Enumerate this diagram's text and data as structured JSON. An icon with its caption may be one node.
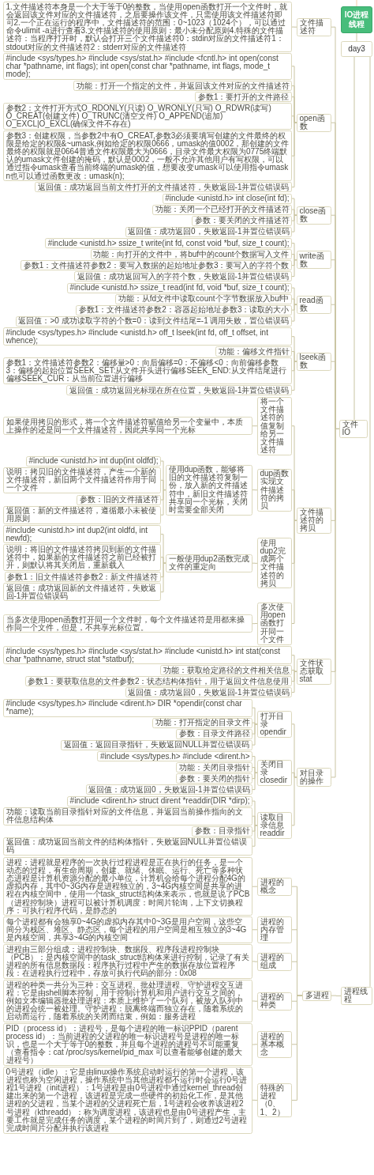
{
  "diagram": {
    "nodes": [
      {
        "text": [
          "IO进程线程"
        ]
      },
      {
        "text": [
          "day3"
        ]
      },
      {
        "text": [
          "文件IO"
        ]
      },
      {
        "text": [
          "文件描述符"
        ]
      },
      {
        "text": [
          "1.文件描述符本身是一个大于等于0的整数，当使用open函数打开一个文件时，就会返回该文件对应的文件描述符，之后要操作该文件，只需使用该文件描述符即可2.一个正在运行的程序中，文件描述符的范围：0~1023（1024个），可以通过命令ulimit -a进行查看3.文件描述符的使用原则：最小未分配原则4.特殊的文件描述符：当程序打开时，默认会打开三个文件描述符0：stdin对应的文件描述符1：stdout对应的文件描述符2：stderr对应的文件描述符"
        ]
      },
      {
        "text": [
          "open函数"
        ]
      },
      {
        "text": [
          "#include <sys/types.h> #include <sys/stat.h> #include <fcntl.h> int open(const char *pathname, int flags); int open(const char *pathname, int flags, mode_t mode);"
        ]
      },
      {
        "text": [
          "功能：打开一个指定的文件，并返回该文件对应的文件描述符"
        ]
      },
      {
        "text": [
          "参数1：要打开的文件路径"
        ]
      },
      {
        "text": [
          "参数2：文件打开方式O_RDONLY(只读) O_WRONLY(只写) O_RDWR(读写) O_CREAT(创建文件) O_TRUNC(清空文件) O_APPEND(追加) O_EXCL|O_EXCL(确保文件不存在)"
        ]
      },
      {
        "text": [
          "参数3：创建权限，当参数2中有O_CREAT,参数3必须要填写创建的文件最终的权限是给定的权限&~umask,例如给定的权限0666，umask的值0002，那创建的文件最终的权限就是0664普通文件权限最大为0666，目录文件最大权限为0775终端默认的umask文件创建的掩码，默认是0002，一般不允许其他用户有写权限，可以通过指令umask查看当前终端的umask的值，想要改变umask可以使用指令umask n也可以通过函数更改：umask(n);"
        ]
      },
      {
        "text": [
          "返回值：成功返回当前文件打开的文件描述符，失败返回-1并置位错误码"
        ]
      },
      {
        "text": [
          "close函数"
        ]
      },
      {
        "text": [
          "#include <unistd.h> int close(int fd);"
        ]
      },
      {
        "text": [
          "功能：关闭一个已经打开的文件描述符"
        ]
      },
      {
        "text": [
          "参数：要关闭的文件描述符"
        ]
      },
      {
        "text": [
          "返回值：成功返回0，失败返回-1并置位错误码"
        ]
      },
      {
        "text": [
          "write函数"
        ]
      },
      {
        "text": [
          "#include <unistd.h> ssize_t write(int fd, const void *buf, size_t count);"
        ]
      },
      {
        "text": [
          "功能：向打开的文件中，将buf中的count个数据写入文件"
        ]
      },
      {
        "text": [
          "参数1：文件描述符参数2：要写入数据的起始地址参数3：要写入的字符个数"
        ]
      },
      {
        "text": [
          "返回值：成功返回写入的字符个数，失败返回-1并置位错误码"
        ]
      },
      {
        "text": [
          "read函数"
        ]
      },
      {
        "text": [
          "#include <unistd.h> ssize_t read(int fd, void *buf, size_t count);"
        ]
      },
      {
        "text": [
          "功能：从fd文件中读取count个字节数据放入buf中"
        ]
      },
      {
        "text": [
          "参数1：文件描述符参数2：容器起始地址参数3：读取的大小"
        ]
      },
      {
        "text": [
          "返回值：>0 成功读取字符的个数=0：读到文件结尾=-1 调用失败，置位错误码"
        ]
      },
      {
        "text": [
          "lseek函数"
        ]
      },
      {
        "text": [
          "#include <sys/types.h> #include <unistd.h> off_t lseek(int fd, off_t offset, int whence);"
        ]
      },
      {
        "text": [
          "功能：偏移文件指针"
        ]
      },
      {
        "text": [
          "参数1：文件描述符参数2：偏移量>0：向后偏移=0：不偏移<0：向前偏移参数3：偏移的起始位置SEEK_SET:从文件开头进行偏移SEEK_END:从文件结尾进行偏移SEEK_CUR：从当前位置进行偏移"
        ]
      },
      {
        "text": [
          "返回值：成功返回光标现在所在位置，失败返回-1并置位错误码"
        ]
      },
      {
        "text": [
          "文件描述符的拷贝"
        ]
      },
      {
        "text": [
          "将一个文件描述符的值复制给另一文件描述符"
        ]
      },
      {
        "text": [
          "如果使用拷贝的形式，将一个文件描述符赋值给另一个变量中，本质上操作的还是同一个文件描述符，因此共享同一个光标"
        ]
      },
      {
        "text": [
          "dup函数实现文件描述符的拷贝"
        ]
      },
      {
        "text": [
          "使用dup函数，能够将旧的文件描述符复制一份，放入新的文件描述符中，新旧文件描述符共享同一个光标，关闭时需要全部关闭"
        ]
      },
      {
        "text": [
          "#include <unistd.h> int dup(int oldfd);"
        ]
      },
      {
        "text": [
          "说明：拷贝旧的文件描述符，产生一个新的文件描述符，新旧两个文件描述符作用于同一个文件"
        ]
      },
      {
        "text": [
          "参数：旧的文件描述符"
        ]
      },
      {
        "text": [
          "返回值：新的文件描述符，遵循最小未被使用原则"
        ]
      },
      {
        "text": [
          "使用dup2完成两个文件描述符的拷贝"
        ]
      },
      {
        "text": [
          "一般使用dup2函数完成文件的重定向"
        ]
      },
      {
        "text": [
          "#include <unistd.h> int dup2(int oldfd, int newfd);"
        ]
      },
      {
        "text": [
          "说明：将旧的文件描述符拷贝到新的文件描述符中，如果新的文件描述符之前已经被打开，则默认将其关闭后，重新载入"
        ]
      },
      {
        "text": [
          "参数1：旧文件描述符参数2：新文件描述符"
        ]
      },
      {
        "text": [
          "返回值：成功返回新的文件描述符，失败返回-1并置位错误码"
        ]
      },
      {
        "text": [
          "多次使用open函数打开同一个文件"
        ]
      },
      {
        "text": [
          "当多次使用open函数打开同一个文件时，每个文件描述符是用都来操作同一个文件，但是，不共享光标位置。"
        ]
      },
      {
        "text": [
          "文件状态获取stat"
        ]
      },
      {
        "text": [
          "#include <sys/types.h> #include <sys/stat.h> #include <unistd.h> int stat(const char *pathname, struct stat *statbuf);"
        ]
      },
      {
        "text": [
          "功能：获取给定路径的文件相关信息"
        ]
      },
      {
        "text": [
          "参数1：要获取信息的文件参数2：状态结构体指针，用于返回文件信息使用"
        ]
      },
      {
        "text": [
          "返回值：成功返回0，失败返回-1并置位错误码"
        ]
      },
      {
        "text": [
          "对目录的操作"
        ]
      },
      {
        "text": [
          "打开目录opendir"
        ]
      },
      {
        "text": [
          "#include <sys/types.h> #include <dirent.h> DIR *opendir(const char *name);"
        ]
      },
      {
        "text": [
          "功能：打开指定的目录文件"
        ]
      },
      {
        "text": [
          "参数：目录文件路径"
        ]
      },
      {
        "text": [
          "返回值：返回目录指针，失败返回NULL并置位错误码"
        ]
      },
      {
        "text": [
          "关闭目录closedir"
        ]
      },
      {
        "text": [
          "#include <sys/types.h> #include <dirent.h>"
        ]
      },
      {
        "text": [
          "功能：关闭目录指针"
        ]
      },
      {
        "text": [
          "参数：要关闭的指针"
        ]
      },
      {
        "text": [
          "返回值：成功返回0，失败返回-1并置位错误码"
        ]
      },
      {
        "text": [
          "读取目录信息readdir"
        ]
      },
      {
        "text": [
          "#include <dirent.h> struct dirent *readdir(DIR *dirp);"
        ]
      },
      {
        "text": [
          "功能：读取当前目录指针对应的文件信息，并返回当前操作指向的文件信息结构体"
        ]
      },
      {
        "text": [
          "参数：目录指针"
        ]
      },
      {
        "text": [
          "返回值：成功返回当前文件的结构体指针，失败返回NULL并置位错误码"
        ]
      },
      {
        "text": [
          "进程线程"
        ]
      },
      {
        "text": [
          "多进程"
        ]
      },
      {
        "text": [
          "进程的概念"
        ]
      },
      {
        "text": [
          "进程：进程就是程序的一次执行过程进程是正在执行的任务，是一个动态的过程，有生命周期，创建、就绪、休眠、运行、死亡等多种状态进程是计算机资源分配的最小单位，计算机会给每个进程分配4G的虚拟内存，其中0~3G内存是进程独立的，3~4G内核空间是共享的进程在内核空间中，使用一个task_struct结构体来表示，也就是说了PCB（进程控制块）进程可以被计算机调度：时间片轮询，上下文切换程序：可执行程序代码，是静态的"
        ]
      },
      {
        "text": [
          "进程的内存管理"
        ]
      },
      {
        "text": [
          "每个进程都有会独享0~4G的虚拟内存其中0~3G是用户空间，这些空间分为栈区、堆区、静态区，每个进程的用户空间是相互独立的3~4G是内核空间，共享3~4G的内核空间"
        ]
      },
      {
        "text": [
          "进程的组成"
        ]
      },
      {
        "text": [
          "进程由三部分组成：进程控制块、数据段、程序段进程控制块（PCB）：是内核空间中的task_struct结构体来进行控制，记录了有关进程的所有信息数据段：程序执行过程中产生的数据存放位置程序段：在进程执行过程中，存放可执行代码的部分：0x08"
        ]
      },
      {
        "text": [
          "进程的种类"
        ]
      },
      {
        "text": [
          "进程的种类一共分为三种：交互进程、批处理进程、守护进程交互进程：它是由shell脚本控制，用于控制计算机和用户进行交互之间的，例如文本编辑器批处理进程：本质上维护了一个队列，被放入队列中的进程会统一被处理。守护进程：脱离终端而独立存在，随着系统的启动而运行，随着系统的关闭而结束，例如：服务进程"
        ]
      },
      {
        "text": [
          "进程的基本概念"
        ]
      },
      {
        "text": [
          "PID（process id）：进程号，是每个进程的唯一标识PPID（parent process id）：当前进程的父进程的唯一标识进程号是进程的唯一标识，也是一个大于等于0的整数，并且每个进程的进程号不可能重复（查看指令：cat /proc/sys/kernel/pid_max 可以查看能够创建的最大进程号）"
        ]
      },
      {
        "text": [
          "特殊的进程（0、1、2）"
        ]
      },
      {
        "text": [
          "0号进程（idle）：它是由linux操作系统启动时运行的第一个进程，该进程也称为空闲进程，操作系统中当其他进程都不运行时会运行0号进程1号进程（init进程）：1号进程是由0号进程中通过kernel_thread创建出来的第一个进程，该进程是完成一些硬件的初始化工作，是其他进程的父进程，当某个进程的父进程死亡后，1号进程会收养该进程2号进程（kthreadd）：称为调度进程，该进程也是由0号进程产生，主要工作就是完成任务的调度，某个进程的时间片到了，则通过2号进程完成时间片分配并执行该进程"
        ]
      }
    ],
    "edges": [
      {
        "from": 0,
        "to": 1,
        "arrow": "none"
      },
      {
        "from": 0,
        "to": null,
        "arrow": "none",
        "color": "#f5cba8"
      },
      {
        "from": 1,
        "to": 2,
        "arrow": "none"
      },
      {
        "from": 1,
        "to": 70,
        "arrow": "none"
      },
      {
        "from": 2,
        "to": 3,
        "arrow": "none"
      },
      {
        "from": 2,
        "to": 5,
        "arrow": "none"
      },
      {
        "from": 2,
        "to": 12,
        "arrow": "none"
      },
      {
        "from": 2,
        "to": 17,
        "arrow": "none"
      },
      {
        "from": 2,
        "to": 22,
        "arrow": "none"
      },
      {
        "from": 2,
        "to": 27,
        "arrow": "none"
      },
      {
        "from": 2,
        "to": 32,
        "arrow": "none"
      },
      {
        "from": 2,
        "to": 49,
        "arrow": "none"
      },
      {
        "from": 2,
        "to": 54,
        "arrow": "none"
      },
      {
        "from": 3,
        "to": 4,
        "arrow": "none"
      },
      {
        "from": 5,
        "to": 6,
        "arrow": "none"
      },
      {
        "from": 5,
        "to": 7,
        "arrow": "none"
      },
      {
        "from": 5,
        "to": 8,
        "arrow": "none"
      },
      {
        "from": 5,
        "to": 9,
        "arrow": "none"
      },
      {
        "from": 5,
        "to": 10,
        "arrow": "none"
      },
      {
        "from": 5,
        "to": 11,
        "arrow": "none"
      },
      {
        "from": 12,
        "to": 13,
        "arrow": "none"
      },
      {
        "from": 12,
        "to": 14,
        "arrow": "none"
      },
      {
        "from": 12,
        "to": 15,
        "arrow": "none"
      },
      {
        "from": 12,
        "to": 16,
        "arrow": "none"
      },
      {
        "from": 17,
        "to": 18,
        "arrow": "none"
      },
      {
        "from": 17,
        "to": 19,
        "arrow": "none"
      },
      {
        "from": 17,
        "to": 20,
        "arrow": "none"
      },
      {
        "from": 17,
        "to": 21,
        "arrow": "none"
      },
      {
        "from": 22,
        "to": 23,
        "arrow": "none"
      },
      {
        "from": 22,
        "to": 24,
        "arrow": "none"
      },
      {
        "from": 22,
        "to": 25,
        "arrow": "none"
      },
      {
        "from": 22,
        "to": 26,
        "arrow": "none"
      },
      {
        "from": 27,
        "to": 28,
        "arrow": "none"
      },
      {
        "from": 27,
        "to": 29,
        "arrow": "none"
      },
      {
        "from": 27,
        "to": 30,
        "arrow": "none"
      },
      {
        "from": 27,
        "to": 31,
        "arrow": "none"
      },
      {
        "from": 32,
        "to": 33,
        "arrow": "none"
      },
      {
        "from": 32,
        "to": 35,
        "arrow": "none"
      },
      {
        "from": 32,
        "to": 41,
        "arrow": "none"
      },
      {
        "from": 32,
        "to": 47,
        "arrow": "none"
      },
      {
        "from": 33,
        "to": 34,
        "arrow": "none"
      },
      {
        "from": 35,
        "to": 36,
        "arrow": "none"
      },
      {
        "from": 36,
        "to": 37,
        "arrow": "none"
      },
      {
        "from": 36,
        "to": 38,
        "arrow": "none"
      },
      {
        "from": 36,
        "to": 39,
        "arrow": "none"
      },
      {
        "from": 36,
        "to": 40,
        "arrow": "none"
      },
      {
        "from": 41,
        "to": 42,
        "arrow": "none"
      },
      {
        "from": 42,
        "to": 43,
        "arrow": "none"
      },
      {
        "from": 42,
        "to": 44,
        "arrow": "none"
      },
      {
        "from": 42,
        "to": 45,
        "arrow": "none"
      },
      {
        "from": 42,
        "to": 46,
        "arrow": "none"
      },
      {
        "from": 47,
        "to": 48,
        "arrow": "none"
      },
      {
        "from": 49,
        "to": 50,
        "arrow": "none"
      },
      {
        "from": 49,
        "to": 51,
        "arrow": "none"
      },
      {
        "from": 49,
        "to": 52,
        "arrow": "none"
      },
      {
        "from": 49,
        "to": 53,
        "arrow": "none"
      },
      {
        "from": 54,
        "to": 55,
        "arrow": "none"
      },
      {
        "from": 54,
        "to": 60,
        "arrow": "none"
      },
      {
        "from": 54,
        "to": 65,
        "arrow": "none"
      },
      {
        "from": 55,
        "to": 56,
        "arrow": "none"
      },
      {
        "from": 55,
        "to": 57,
        "arrow": "none"
      },
      {
        "from": 55,
        "to": 58,
        "arrow": "none"
      },
      {
        "from": 55,
        "to": 59,
        "arrow": "none"
      },
      {
        "from": 60,
        "to": 61,
        "arrow": "none"
      },
      {
        "from": 60,
        "to": 62,
        "arrow": "none"
      },
      {
        "from": 60,
        "to": 63,
        "arrow": "none"
      },
      {
        "from": 60,
        "to": 64,
        "arrow": "none"
      },
      {
        "from": 65,
        "to": 66,
        "arrow": "none"
      },
      {
        "from": 65,
        "to": 67,
        "arrow": "none"
      },
      {
        "from": 65,
        "to": 68,
        "arrow": "none"
      },
      {
        "from": 65,
        "to": 69,
        "arrow": "none"
      },
      {
        "from": 70,
        "to": 71,
        "arrow": "none"
      },
      {
        "from": 71,
        "to": 72,
        "arrow": "none"
      },
      {
        "from": 71,
        "to": 74,
        "arrow": "none"
      },
      {
        "from": 71,
        "to": 76,
        "arrow": "none"
      },
      {
        "from": 71,
        "to": 78,
        "arrow": "none"
      },
      {
        "from": 71,
        "to": 80,
        "arrow": "none"
      },
      {
        "from": 71,
        "to": 82,
        "arrow": "none"
      },
      {
        "from": 72,
        "to": 73,
        "arrow": "none"
      },
      {
        "from": 74,
        "to": 75,
        "arrow": "none"
      },
      {
        "from": 76,
        "to": 77,
        "arrow": "none"
      },
      {
        "from": 78,
        "to": 79,
        "arrow": "none"
      },
      {
        "from": 80,
        "to": 81,
        "arrow": "none"
      },
      {
        "from": 82,
        "to": 83,
        "arrow": "none"
      }
    ]
  }
}
